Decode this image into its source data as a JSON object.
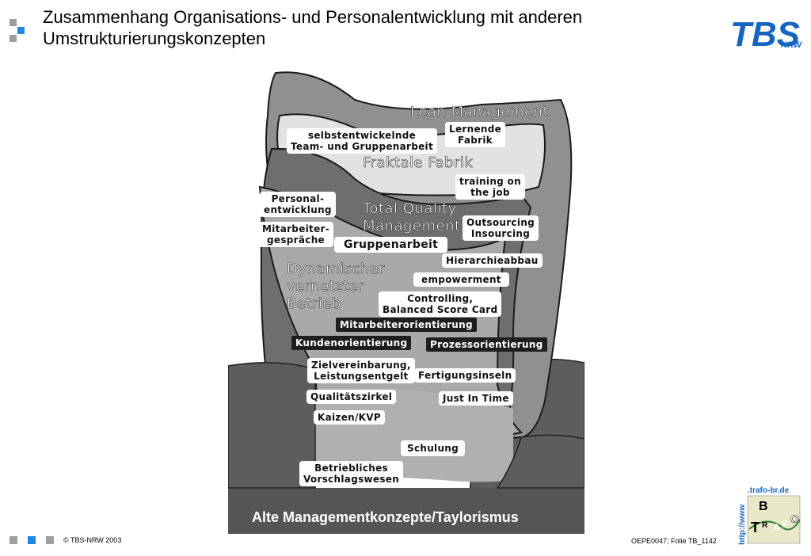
{
  "header": {
    "title_line1": "Zusammenhang Organisations- und Personalentwicklung mit anderen",
    "title_line2": "Umstrukturierungskonzepten"
  },
  "logo": {
    "tbs_text": "TBS",
    "nrw_text": "NRW"
  },
  "diagram": {
    "zones": {
      "lean": "Lean Management",
      "fraktal": "Fraktale Fabrik",
      "tqm_line1": "Total Quality",
      "tqm_line2": "Management",
      "dyn_line1": "Dynamischer",
      "dyn_line2": "vernetzter",
      "dyn_line3": "Betrieb",
      "base": "Alte Managementkonzepte/Taylorismus"
    },
    "labels": {
      "selbst_l1": "selbstentwickelnde",
      "selbst_l2": "Team- und Gruppenarbeit",
      "lernende_l1": "Lernende",
      "lernende_l2": "Fabrik",
      "training_l1": "training on",
      "training_l2": "the job",
      "personal_l1": "Personal-",
      "personal_l2": "entwicklung",
      "outsourcing_l1": "Outsourcing",
      "outsourcing_l2": "Insourcing",
      "mitarb_l1": "Mitarbeiter-",
      "mitarb_l2": "gespräche",
      "gruppenarbeit": "Gruppenarbeit",
      "hierarchie": "Hierarchieabbau",
      "empowerment": "empowerment",
      "controlling_l1": "Controlling,",
      "controlling_l2": "Balanced Score Card",
      "mitarbeiterorientierung": "Mitarbeiterorientierung",
      "kundenorientierung": "Kundenorientierung",
      "prozessorientierung": "Prozessorientierung",
      "ziel_l1": "Zielvereinbarung,",
      "ziel_l2": "Leistungsentgelt",
      "fertigung": "Fertigungsinseln",
      "qualitaet": "Qualitätszirkel",
      "jit": "Just In Time",
      "kaizen": "Kaizen/KVP",
      "schulung": "Schulung",
      "betrieb_l1": "Betriebliches",
      "betrieb_l2": "Vorschlagswesen"
    }
  },
  "trafo": {
    "url_vertical": "http://www",
    "url_top": ".trafo-br.de",
    "b": "B",
    "t": "T",
    "r": "R",
    "a": "A",
    "f": "F",
    "o": "O"
  },
  "footer": {
    "copyright": "© TBS-NRW 2003",
    "slide_ref": "OEPE0047; Folie TB_1142"
  },
  "colors": {
    "accent_blue": "#1e88e5",
    "grey_square": "#9e9e9e",
    "tbs_blue": "#1565c0"
  }
}
